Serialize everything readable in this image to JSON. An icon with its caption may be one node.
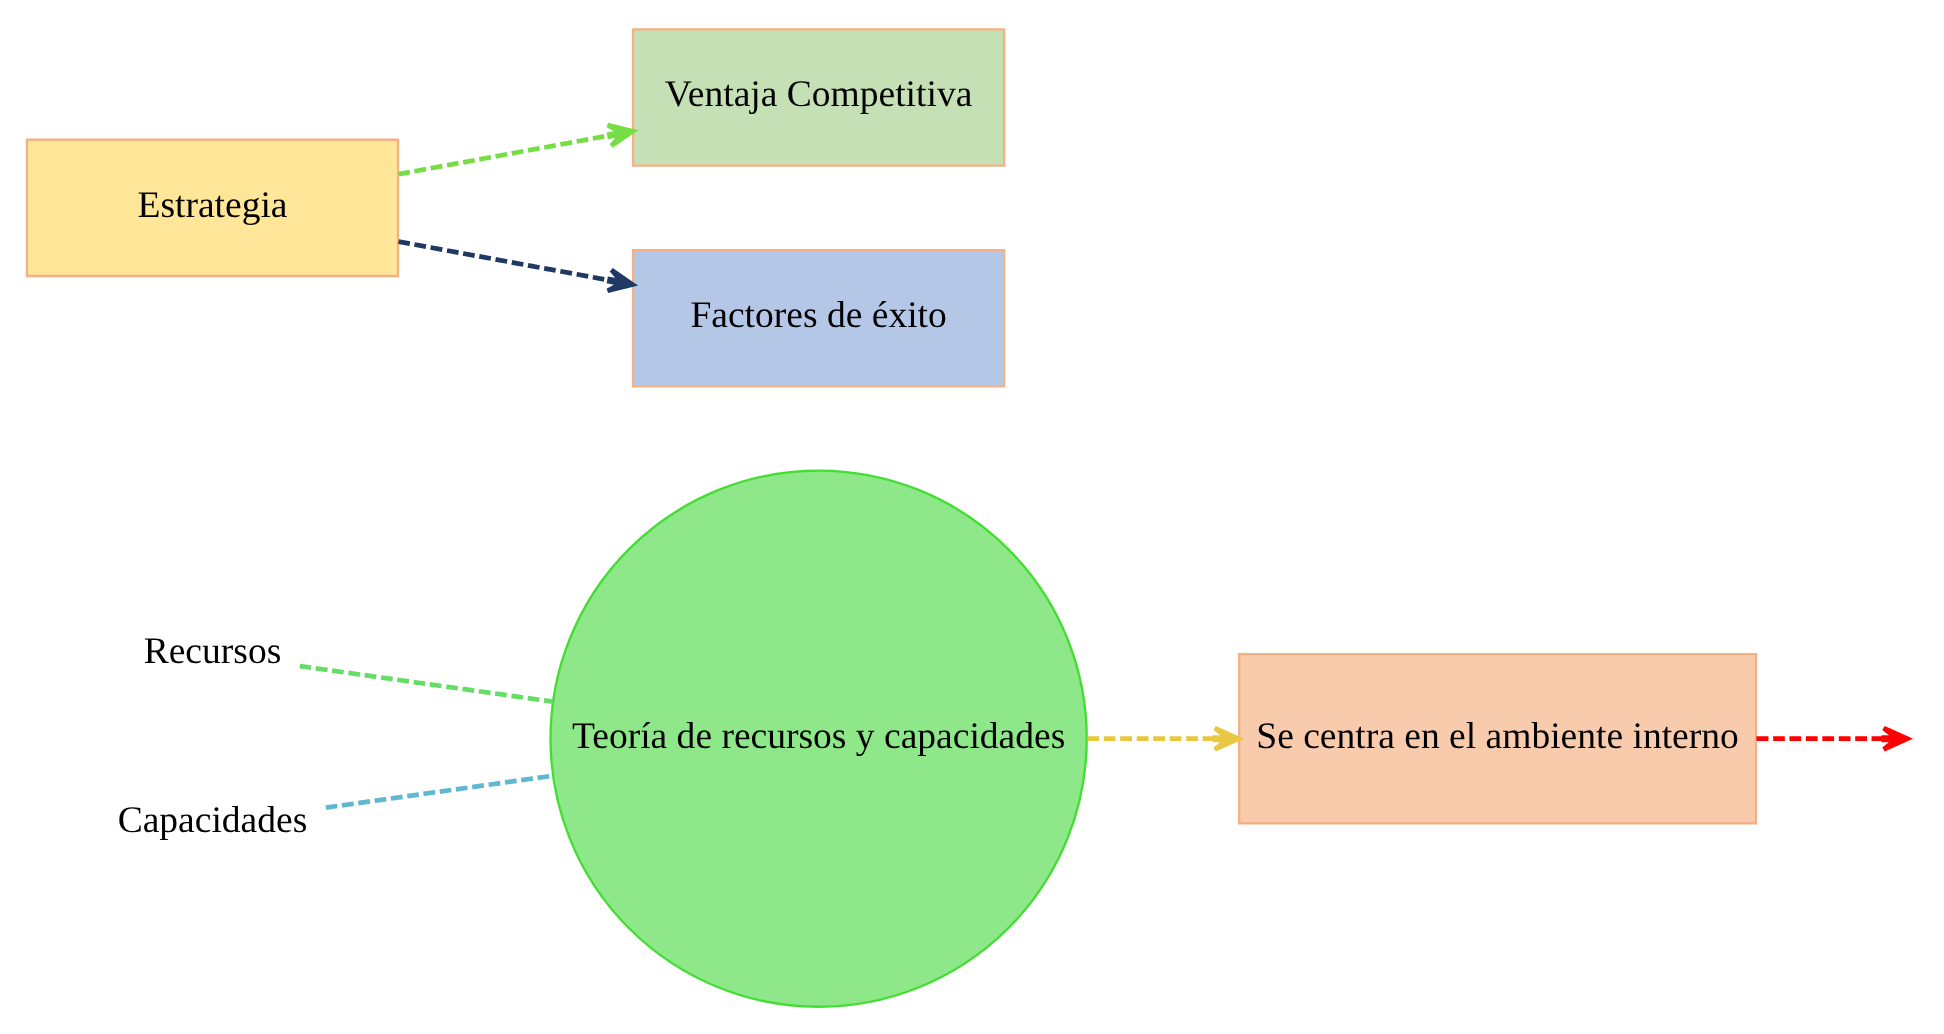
{
  "diagram": {
    "nodes": [
      {
        "text": [
          "Recursos"
        ]
      },
      {
        "text": [
          "Capacidades"
        ]
      },
      {
        "text": [
          "Teoría de recursos y capacidades"
        ]
      },
      {
        "text": [
          "Se centra en el ambiente interno"
        ]
      },
      {
        "text": [
          "Estrategia"
        ]
      },
      {
        "text": [
          "Ventaja Competitiva"
        ]
      },
      {
        "text": [
          "Factores de éxito"
        ]
      }
    ],
    "edges": [
      {
        "from": 0,
        "to": 2,
        "arrow": "none",
        "style": "dashed",
        "color": "#66dd66"
      },
      {
        "from": 1,
        "to": 2,
        "arrow": "none",
        "style": "dashed",
        "color": "#5fb8d0"
      },
      {
        "from": 2,
        "to": 3,
        "arrow": "to",
        "style": "dashed",
        "color": "#e8c840"
      },
      {
        "from": 3,
        "to": null,
        "arrow": "to",
        "style": "dashed",
        "color": "#ff0000"
      },
      {
        "from": 4,
        "to": 5,
        "arrow": "to",
        "style": "dashed",
        "color": "#77dd44"
      },
      {
        "from": 4,
        "to": 6,
        "arrow": "to",
        "style": "dashed",
        "color": "#1f3864"
      }
    ]
  }
}
